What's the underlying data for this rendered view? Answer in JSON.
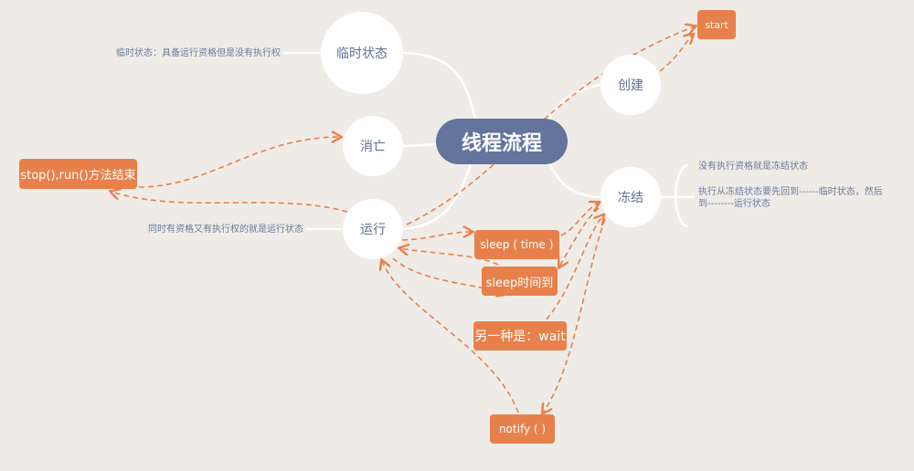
{
  "center": {
    "label": "线程流程"
  },
  "nodes": {
    "temp": "临时状态",
    "dead": "消亡",
    "run": "运行",
    "create": "创建",
    "frozen": "冻结"
  },
  "boxes": {
    "start": "start",
    "stop": "stop(),run()方法结束",
    "sleep_time": "sleep ( time )",
    "sleep_done": "sleep时间到",
    "wait": "另一种是：wait",
    "notify": "notify (  )"
  },
  "notes": {
    "temp": "临时状态：具备运行资格但是没有执行权",
    "run": "同时有资格又有执行权的就是运行状态",
    "frozen_1": "没有执行资格就是冻结状态",
    "frozen_2a": "执行从冻结状态要先回到------临时状态，然后",
    "frozen_2b": "到--------运行状态"
  },
  "colors": {
    "accent": "#e8804b",
    "center": "#63759c",
    "background": "#efece8"
  }
}
